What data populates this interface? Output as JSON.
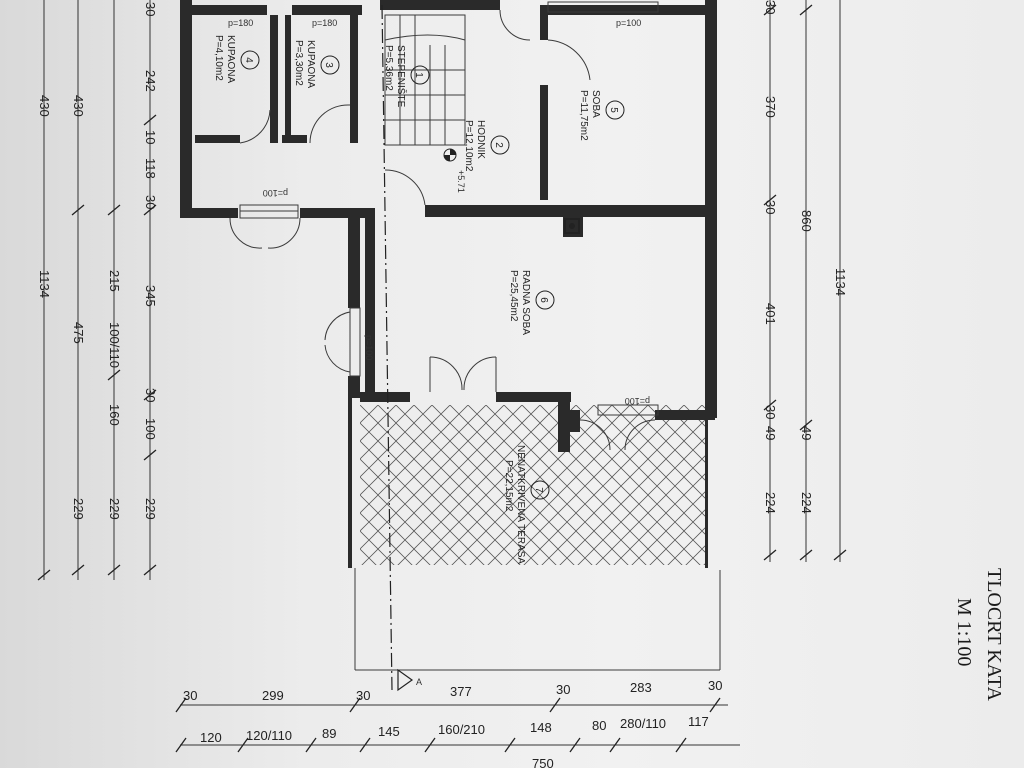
{
  "title": {
    "line1": "TLOCRT KATA",
    "line2": "M 1:100"
  },
  "rooms": [
    {
      "num": "1",
      "name": "STEPENIŠTE",
      "area": "P=5,36m2"
    },
    {
      "num": "2",
      "name": "HODNIK",
      "area": "P=12,10m2"
    },
    {
      "num": "3",
      "name": "KUPAONA",
      "area": "P=3,30m2"
    },
    {
      "num": "4",
      "name": "KUPAONA",
      "area": "P=4,10m2"
    },
    {
      "num": "5",
      "name": "SOBA",
      "area": "P=11,75m2"
    },
    {
      "num": "6",
      "name": "RADNA SOBA",
      "area": "P=25,45m2"
    },
    {
      "num": "7",
      "name": "NENATKRIVENA TERASA",
      "area": "P=22,15m2"
    }
  ],
  "level_mark": "+5.71",
  "section_mark": "A",
  "window_labels": [
    "p=180",
    "p=180",
    "p=100",
    "p=100",
    "p=100",
    "p=100"
  ],
  "dims_left_outer": [
    "430",
    "1134"
  ],
  "dims_left_mid": [
    "430",
    "215",
    "475",
    "229"
  ],
  "dims_left_inner": [
    "30",
    "242",
    "10",
    "118",
    "30",
    "345",
    "100/110",
    "160",
    "30",
    "100",
    "229"
  ],
  "dims_right": [
    "30",
    "370",
    "30",
    "401",
    "30",
    "49",
    "224",
    "860",
    "49",
    "224",
    "1134"
  ],
  "dims_bottom_1": [
    "30",
    "299",
    "30",
    "377",
    "30",
    "283",
    "30"
  ],
  "dims_bottom_2": [
    "120",
    "120/110",
    "89",
    "145",
    "160/210",
    "148",
    "80",
    "280/110",
    "117"
  ],
  "dims_bottom_total": [
    "750"
  ]
}
